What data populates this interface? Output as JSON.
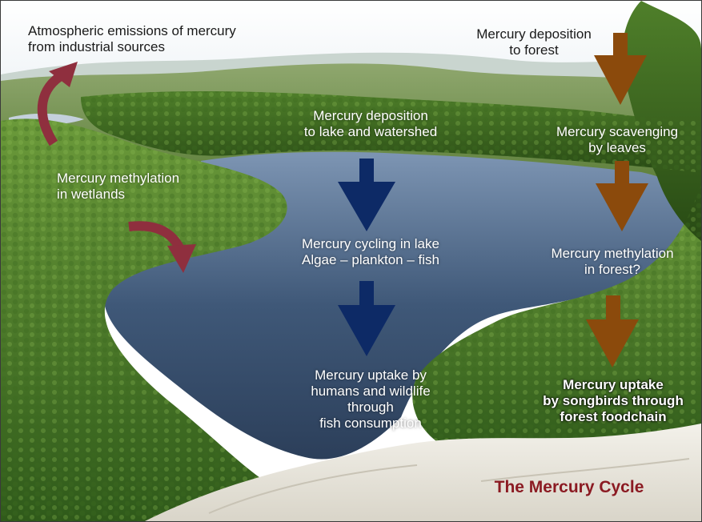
{
  "title": "The Mercury Cycle",
  "labels": {
    "atmospheric": "Atmospheric emissions of mercury\nfrom industrial sources",
    "wetland_methylation": "Mercury methylation\nin wetlands",
    "deposition_lake": "Mercury deposition\nto lake and watershed",
    "cycling_lake": "Mercury cycling in lake\nAlgae – plankton – fish",
    "uptake_humans": "Mercury uptake by\nhumans and wildlife\nthrough\nfish consumption",
    "deposition_forest": "Mercury deposition\nto forest",
    "scavenging_leaves": "Mercury scavenging\nby leaves",
    "methylation_forest": "Mercury methylation\nin forest?",
    "uptake_songbirds": "Mercury uptake\nby songbirds through\nforest foodchain"
  },
  "colors": {
    "lake_arrow": "#0d2a66",
    "forest_arrow": "#8b4a0c",
    "wetland_arrow": "#8f2f3e",
    "title": "#8b1a22"
  },
  "icons": {
    "background": "lake-landscape-illustration",
    "arrows": "down-arrow-icon"
  }
}
